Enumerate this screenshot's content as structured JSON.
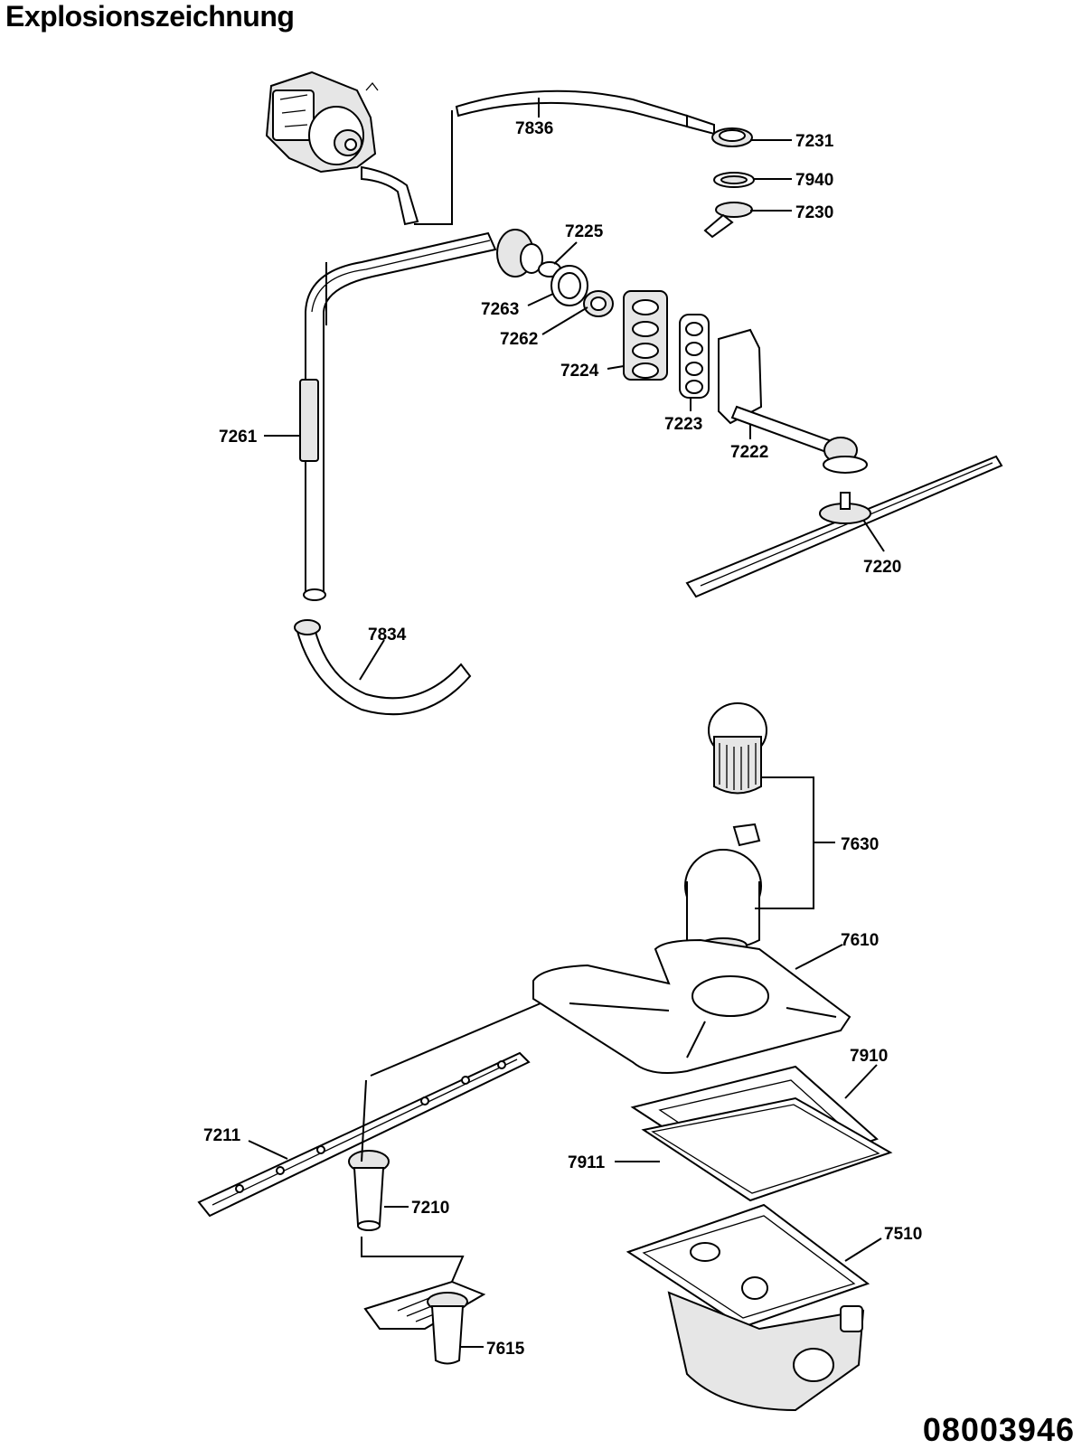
{
  "title": "Explosionszeichnung",
  "document_number": "08003946",
  "colors": {
    "line": "#000000",
    "background": "#ffffff",
    "shade": "#e6e6e6"
  },
  "part_labels": {
    "p7836": "7836",
    "p7231": "7231",
    "p7940": "7940",
    "p7230": "7230",
    "p7225": "7225",
    "p7263": "7263",
    "p7262": "7262",
    "p7224": "7224",
    "p7223": "7223",
    "p7222": "7222",
    "p7261": "7261",
    "p7220": "7220",
    "p7834": "7834",
    "p7630": "7630",
    "p7610": "7610",
    "p7910": "7910",
    "p7911": "7911",
    "p7211": "7211",
    "p7210": "7210",
    "p7510": "7510",
    "p7615": "7615"
  }
}
